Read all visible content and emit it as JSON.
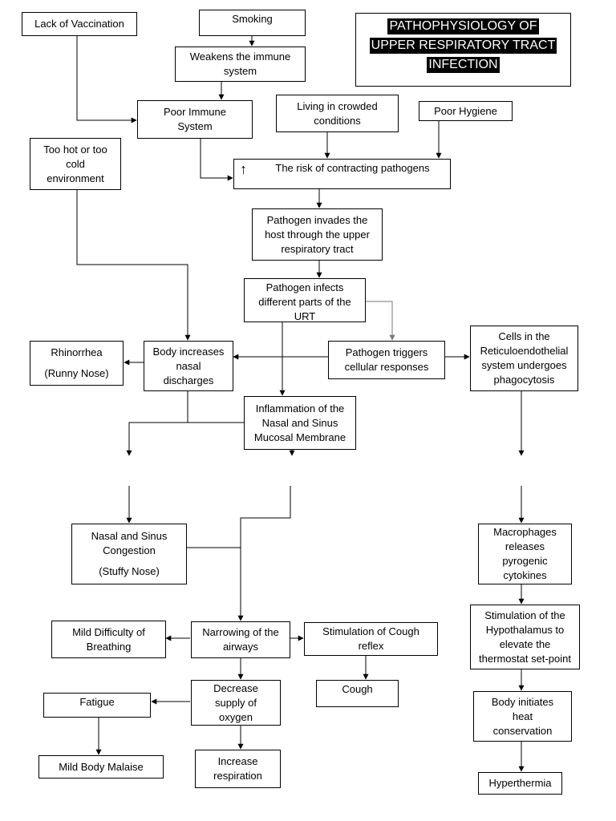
{
  "title": {
    "line1": "PATHOPHYSIOLOGY OF",
    "line2": "UPPER RESPIRATORY TRACT",
    "line3": "INFECTION"
  },
  "nodes": {
    "lack_vaccination": "Lack of Vaccination",
    "smoking": "Smoking",
    "weakens_immune": [
      "Weakens the immune",
      "system"
    ],
    "poor_immune": [
      "Poor Immune",
      "System"
    ],
    "crowded": [
      "Living in crowded",
      "conditions"
    ],
    "poor_hygiene": "Poor Hygiene",
    "hot_cold": [
      "Too hot or too",
      "cold",
      "environment"
    ],
    "risk_arrow_symbol": "↑",
    "risk": "The risk of contracting pathogens",
    "invades": [
      "Pathogen invades the",
      "host through the upper",
      "respiratory tract"
    ],
    "infects": [
      "Pathogen infects",
      "different parts of the",
      "URT"
    ],
    "rhinorrhea": "Rhinorrhea",
    "runny_nose": "(Runny Nose)",
    "nasal_discharges": [
      "Body increases",
      "nasal",
      "discharges"
    ],
    "triggers": [
      "Pathogen triggers",
      "cellular responses"
    ],
    "reticulo": [
      "Cells in the",
      "Reticuloendothelial",
      "system undergoes",
      "phagocytosis"
    ],
    "inflammation": [
      "Inflammation of the",
      "Nasal and Sinus",
      "Mucosal Membrane"
    ],
    "congestion": [
      "Nasal and Sinus",
      "Congestion"
    ],
    "stuffy_nose": "(Stuffy Nose)",
    "macrophages": [
      "Macrophages",
      "releases",
      "pyrogenic",
      "cytokines"
    ],
    "mild_difficulty": [
      "Mild Difficulty of",
      "Breathing"
    ],
    "narrowing": [
      "Narrowing of the",
      "airways"
    ],
    "cough_reflex": [
      "Stimulation of Cough",
      "reflex"
    ],
    "hypothalamus": [
      "Stimulation of the",
      "Hypothalamus to",
      "elevate the",
      "thermostat set-point"
    ],
    "cough": "Cough",
    "fatigue": "Fatigue",
    "decrease_oxygen": [
      "Decrease",
      "supply of",
      "oxygen"
    ],
    "heat_conservation": [
      "Body initiates",
      "heat",
      "conservation"
    ],
    "malaise": "Mild Body Malaise",
    "increase_resp": [
      "Increase",
      "respiration"
    ],
    "hyperthermia": "Hyperthermia"
  }
}
